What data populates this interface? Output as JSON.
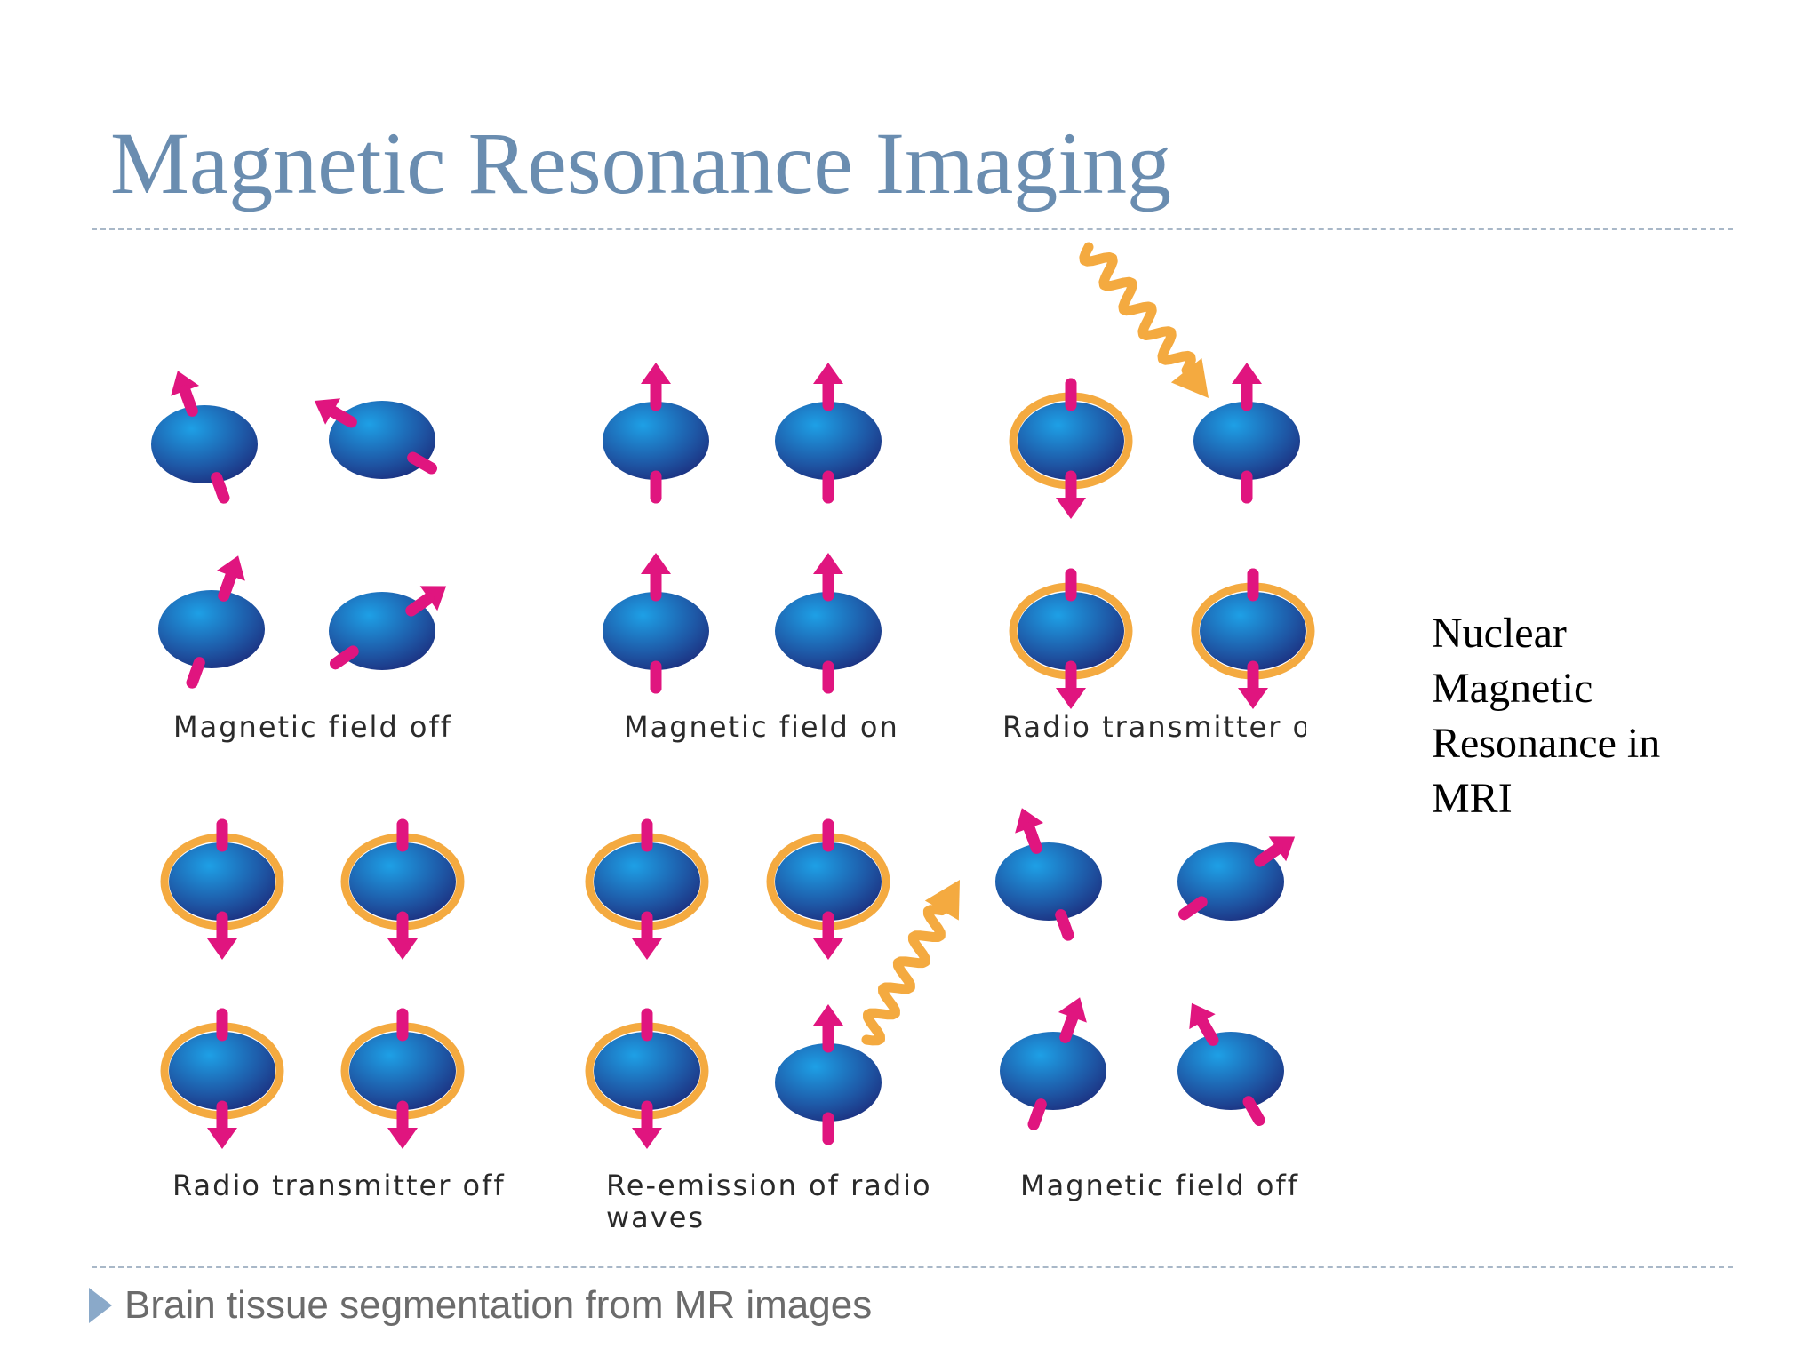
{
  "slide": {
    "title": "Magnetic Resonance Imaging",
    "side_text": "Nuclear Magnetic Resonance in MRI",
    "bullet": "Brain tissue segmentation from MR images"
  },
  "diagram": {
    "panels": [
      {
        "label": "Magnetic field off"
      },
      {
        "label": "Magnetic field on"
      },
      {
        "label": "Radio transmitter o"
      },
      {
        "label": "Radio transmitter off"
      },
      {
        "label": "Re-emission of radio waves"
      },
      {
        "label": "Magnetic field off"
      }
    ]
  },
  "colors": {
    "title": "#6a8db0",
    "sphere_light": "#1ea0e6",
    "sphere_dark": "#1c2a7a",
    "spin_arrow": "#e0157f",
    "ring": "#f4aa40",
    "wave": "#f4aa40",
    "bullet": "#8aa9c9"
  }
}
